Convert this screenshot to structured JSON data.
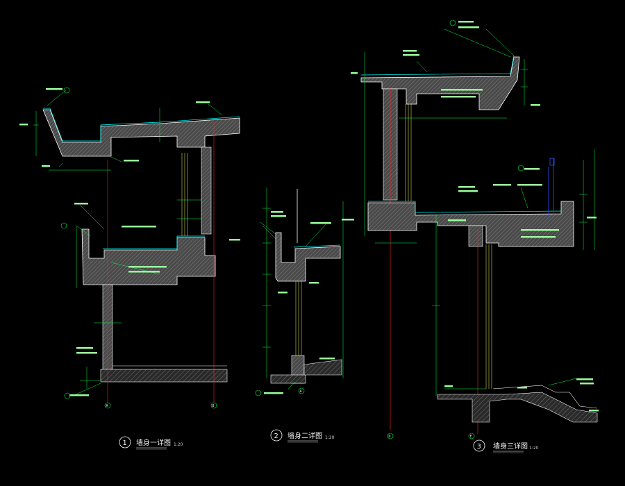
{
  "drawing": {
    "colors": {
      "background": "#000000",
      "annotation": "#00ff44",
      "wall": "#5a5a5a",
      "outline": "#ffffff",
      "axis": "#ff2020",
      "glass": "#ffff66",
      "cyan": "#00ffff",
      "blue": "#3050ff"
    },
    "details": [
      {
        "number": "1",
        "title": "墙身一详图",
        "scale": "1:20"
      },
      {
        "number": "2",
        "title": "墙身二详图",
        "scale": "1:20"
      },
      {
        "number": "3",
        "title": "墙身三详图",
        "scale": "1:20"
      }
    ],
    "axis_tags": [
      "A",
      "B",
      "A",
      "D",
      "E"
    ]
  }
}
